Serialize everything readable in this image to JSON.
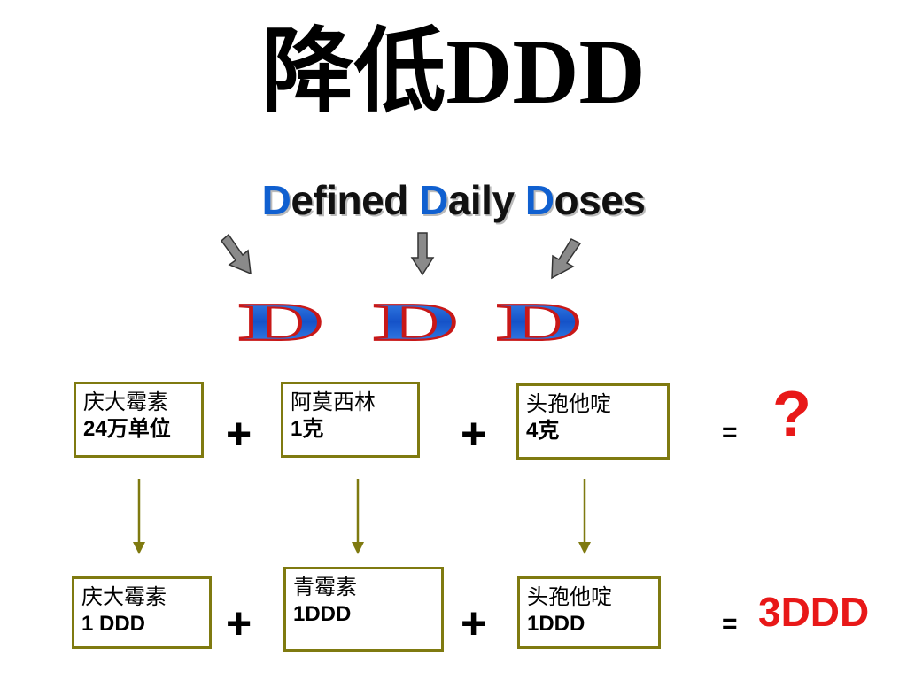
{
  "title": "降低DDD",
  "subtitle": {
    "w1_first": "D",
    "w1_rest": "efined",
    "w2_first": "D",
    "w2_rest": "aily",
    "w3_first": "D",
    "w3_rest": "oses"
  },
  "ddd_logo": {
    "l1": "D",
    "l2": "D",
    "l3": "D"
  },
  "row1": {
    "box1": {
      "line1": "庆大霉素",
      "line2": "24万单位"
    },
    "box2": {
      "line1": "阿莫西林",
      "line2": "1克"
    },
    "box3": {
      "line1": "头孢他啶",
      "line2": "4克"
    },
    "plus": "+",
    "equals": "=",
    "result": "?"
  },
  "row2": {
    "box1": {
      "line1": "庆大霉素",
      "line2": "1 DDD"
    },
    "box2": {
      "line1": "青霉素",
      "line2": "1DDD"
    },
    "box3": {
      "line1": "头孢他啶",
      "line2": "1DDD"
    },
    "plus": "+",
    "equals": "=",
    "result": "3DDD"
  },
  "colors": {
    "accent_blue": "#1060d0",
    "result_red": "#e81818",
    "box_border": "#7f7a10",
    "arrow_olive": "#7f7a10",
    "arrow_gray": "#8a8a8a"
  }
}
